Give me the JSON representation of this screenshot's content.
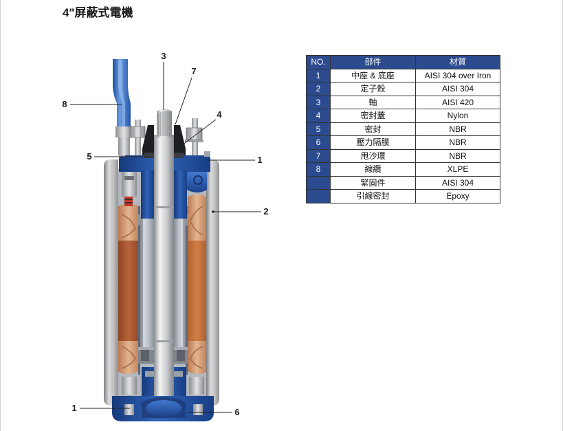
{
  "title": "4\"屏蔽式電機",
  "colors": {
    "table_header_bg": "#2c4a8e",
    "table_header_text": "#ffffff",
    "table_border": "#333333",
    "motor_blue": "#2f62b6",
    "cable_blue": "#6d9ddf",
    "stator_copper": "#b8643a"
  },
  "diagram": {
    "callouts": {
      "shaft": "3",
      "sand_slinger": "7",
      "cable": "8",
      "seal_cover": "4",
      "seal": "5",
      "top_bracket": "1",
      "stator_housing": "2",
      "bottom_bracket": "1",
      "diaphragm": "6"
    }
  },
  "parts_table": {
    "headers": [
      "NO.",
      "部件",
      "材質"
    ],
    "rows": [
      {
        "no": "1",
        "part": "中座 & 底座",
        "material": "AISI 304 over Iron"
      },
      {
        "no": "2",
        "part": "定子殼",
        "material": "AISI 304"
      },
      {
        "no": "3",
        "part": "軸",
        "material": "AISI 420"
      },
      {
        "no": "4",
        "part": "密封蓋",
        "material": "Nylon"
      },
      {
        "no": "5",
        "part": "密封",
        "material": "NBR"
      },
      {
        "no": "6",
        "part": "壓力隔膜",
        "material": "NBR"
      },
      {
        "no": "7",
        "part": "甩沙環",
        "material": "NBR"
      },
      {
        "no": "8",
        "part": "線纜",
        "material": "XLPE"
      },
      {
        "no": "",
        "part": "緊固件",
        "material": "AISI 304"
      },
      {
        "no": "",
        "part": "引線密封",
        "material": "Epoxy"
      }
    ]
  }
}
